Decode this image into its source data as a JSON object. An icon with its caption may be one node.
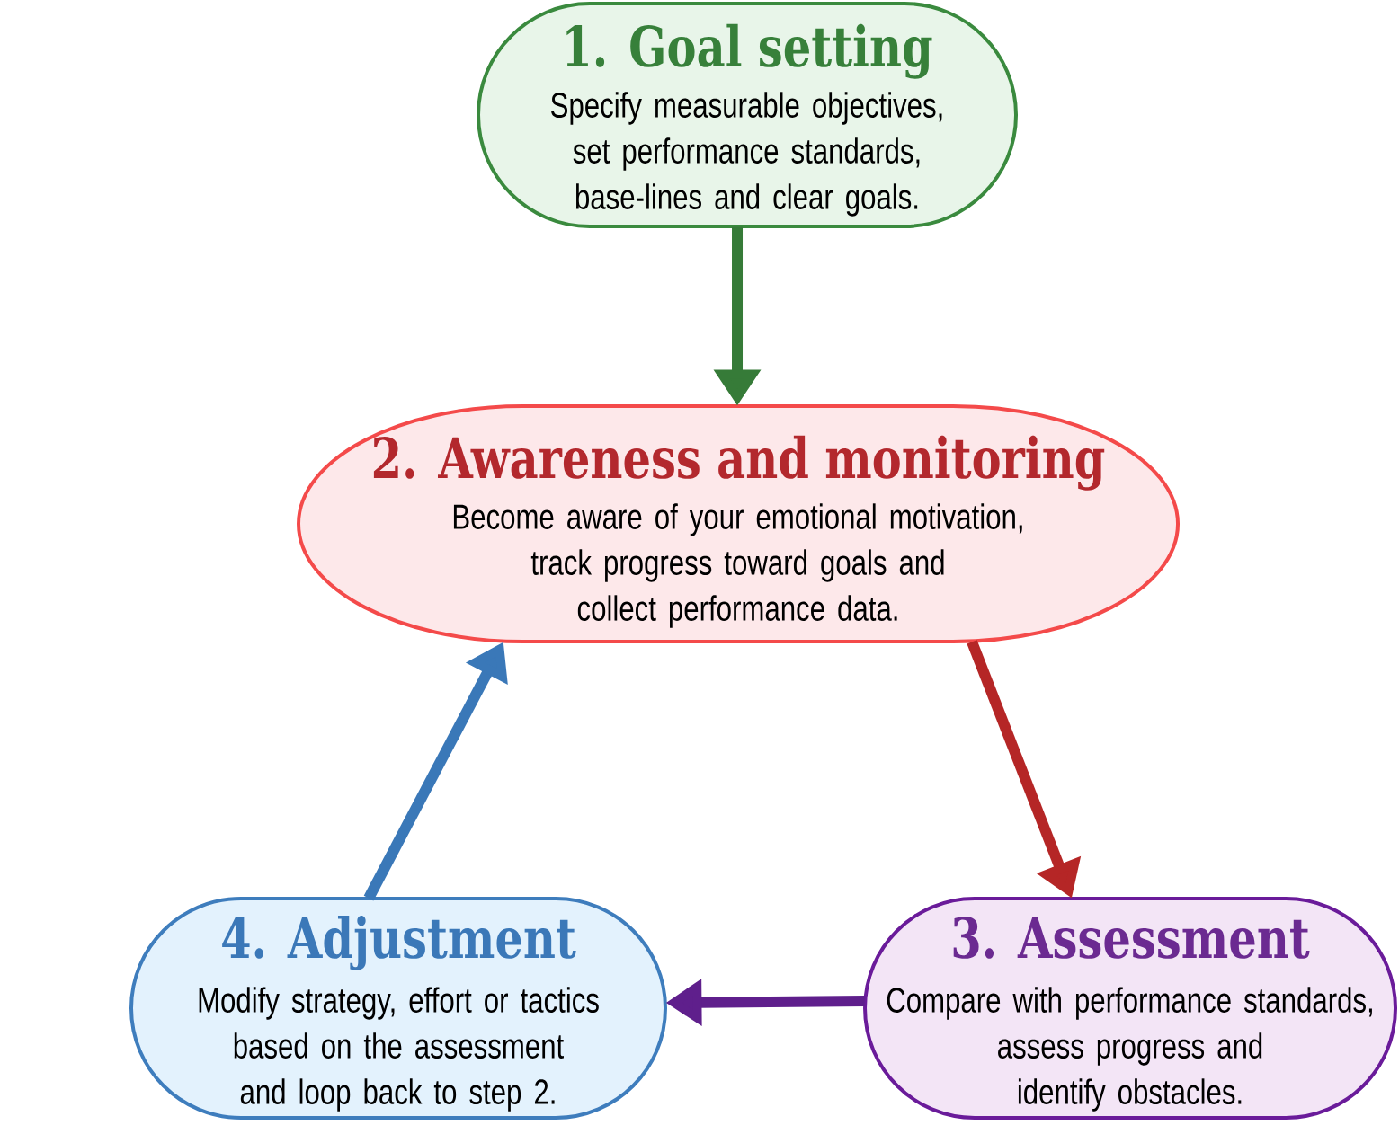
{
  "diagram": {
    "nodes": [
      {
        "text": [
          "1. Goal setting",
          "Specify measurable objectives, set performance standards, base-lines and clear goals."
        ]
      },
      {
        "text": [
          "2. Awareness and monitoring",
          "Become aware of your emotional motivation, track progress toward goals and collect performance data."
        ]
      },
      {
        "text": [
          "3. Assessment",
          "Compare with performance standards, assess progress and identify obstacles."
        ]
      },
      {
        "text": [
          "4. Adjustment",
          "Modify strategy, effort or tactics based on the assessment and loop back to step 2."
        ]
      }
    ],
    "edges": [
      {
        "from": 0,
        "to": 1,
        "arrow": "to",
        "color": "#367b38"
      },
      {
        "from": 1,
        "to": 2,
        "arrow": "to",
        "color": "#b52626"
      },
      {
        "from": 2,
        "to": 3,
        "arrow": "to",
        "color": "#5f1f8c"
      },
      {
        "from": 3,
        "to": 1,
        "arrow": "to",
        "color": "#3a78b8"
      }
    ]
  }
}
